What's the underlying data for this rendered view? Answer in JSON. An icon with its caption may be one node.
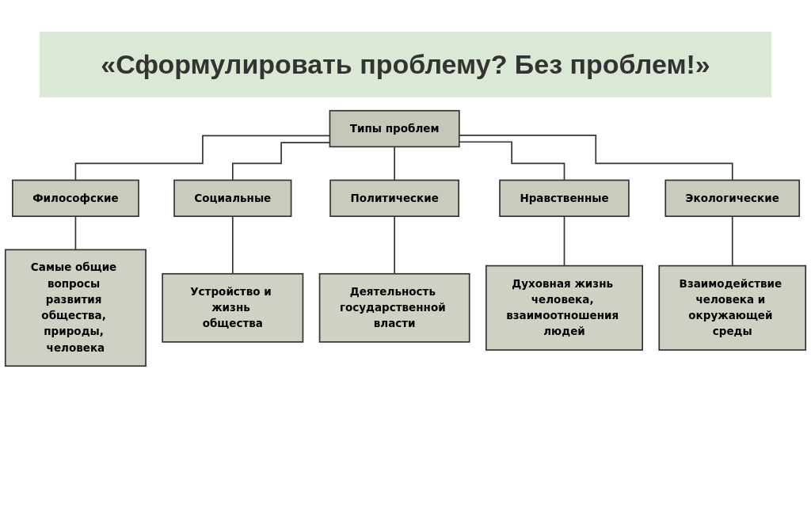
{
  "diagram": {
    "title": "«Сформулировать проблему? Без проблем!»",
    "nodes": [
      {
        "text": [
          "Типы проблем"
        ]
      },
      {
        "text": [
          "Философские"
        ]
      },
      {
        "text": [
          "Социальные"
        ]
      },
      {
        "text": [
          "Политические"
        ]
      },
      {
        "text": [
          "Нравственные"
        ]
      },
      {
        "text": [
          "Экологические"
        ]
      },
      {
        "text": [
          "Самые общие вопросы развития общества, природы, человека"
        ]
      },
      {
        "text": [
          "Устройство и жизнь общества"
        ]
      },
      {
        "text": [
          "Деятельность государственной власти"
        ]
      },
      {
        "text": [
          "Духовная жизнь человека, взаимоотношения людей"
        ]
      },
      {
        "text": [
          "Взаимодействие человека и окружающей среды"
        ]
      }
    ],
    "edges": [
      {
        "from": 0,
        "to": 1,
        "arrow": "none"
      },
      {
        "from": 0,
        "to": 2,
        "arrow": "none"
      },
      {
        "from": 0,
        "to": 3,
        "arrow": "none"
      },
      {
        "from": 0,
        "to": 4,
        "arrow": "none"
      },
      {
        "from": 0,
        "to": 5,
        "arrow": "none"
      },
      {
        "from": 1,
        "to": 6,
        "arrow": "none"
      },
      {
        "from": 2,
        "to": 7,
        "arrow": "none"
      },
      {
        "from": 3,
        "to": 8,
        "arrow": "none"
      },
      {
        "from": 4,
        "to": 9,
        "arrow": "none"
      },
      {
        "from": 5,
        "to": 10,
        "arrow": "none"
      }
    ]
  }
}
